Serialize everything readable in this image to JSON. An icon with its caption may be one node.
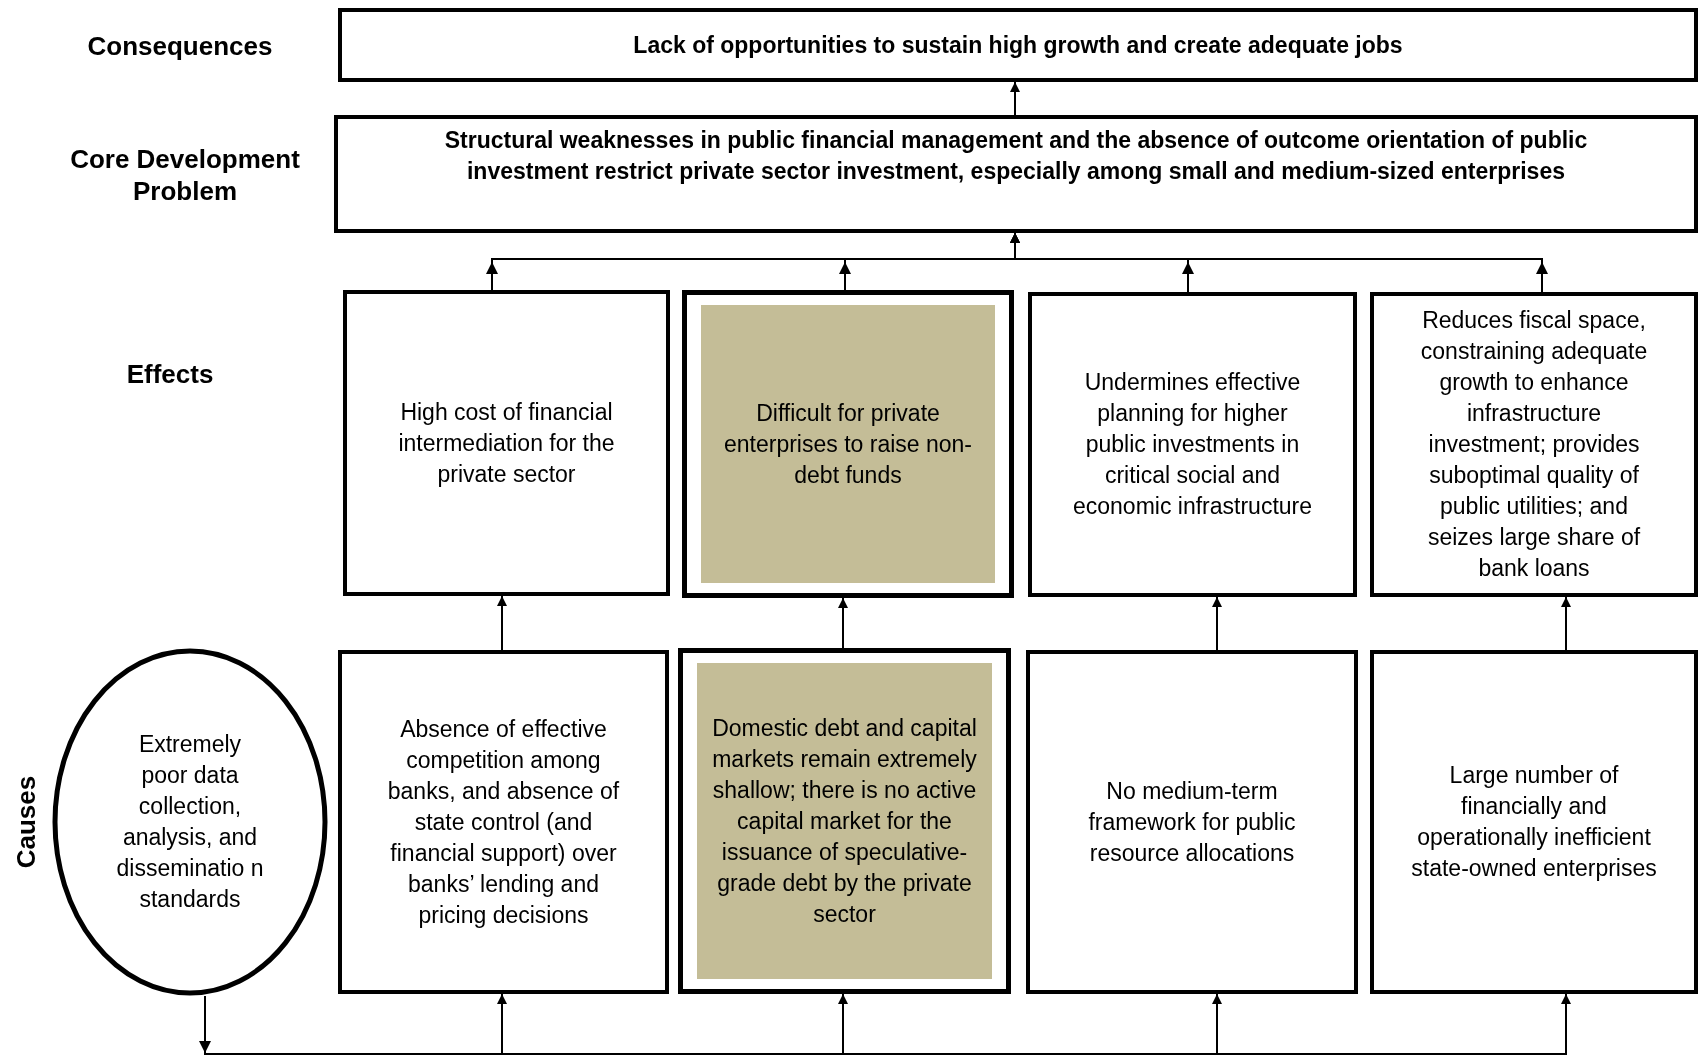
{
  "diagram": {
    "nodes": [
      {
        "text": [
          "Lack of opportunities to sustain high growth and create adequate jobs"
        ]
      },
      {
        "text": [
          "Structural weaknesses in public financial management and the absence of outcome orientation of public investment restrict private sector investment, especially among small and medium-sized enterprises"
        ]
      },
      {
        "text": [
          "High cost of financial intermediation for the private sector"
        ]
      },
      {
        "text": [
          "Difficult for private enterprises to raise non-debt funds"
        ]
      },
      {
        "text": [
          "Undermines effective planning for higher public investments in critical social and economic infrastructure"
        ]
      },
      {
        "text": [
          "Reduces fiscal space, constraining adequate growth to enhance infrastructure investment; provides suboptimal quality of public utilities; and seizes large share of bank loans"
        ]
      },
      {
        "text": [
          "Extremely poor data collection, analysis, and disseminatio n standards"
        ]
      },
      {
        "text": [
          "Absence of effective competition among banks, and absence of state control (and financial support) over banks’ lending and pricing decisions"
        ]
      },
      {
        "text": [
          "Domestic debt and capital markets remain extremely shallow; there is no active capital market for the issuance of speculative-grade debt by the private sector"
        ]
      },
      {
        "text": [
          "No medium-term framework for public resource allocations"
        ]
      },
      {
        "text": [
          "Large number of financially and operationally inefficient state-owned enterprises"
        ]
      }
    ],
    "edges": [
      {
        "from": 1,
        "to": 0,
        "arrow": "to"
      },
      {
        "from": 2,
        "to": 1,
        "arrow": "to"
      },
      {
        "from": 3,
        "to": 1,
        "arrow": "to"
      },
      {
        "from": 4,
        "to": 1,
        "arrow": "to"
      },
      {
        "from": 5,
        "to": 1,
        "arrow": "to"
      },
      {
        "from": 7,
        "to": 2,
        "arrow": "to"
      },
      {
        "from": 8,
        "to": 3,
        "arrow": "to"
      },
      {
        "from": 9,
        "to": 4,
        "arrow": "to"
      },
      {
        "from": 10,
        "to": 5,
        "arrow": "to"
      },
      {
        "from": 6,
        "to": 7,
        "arrow": "to"
      },
      {
        "from": 6,
        "to": 8,
        "arrow": "to"
      },
      {
        "from": 6,
        "to": 9,
        "arrow": "to"
      },
      {
        "from": 6,
        "to": 10,
        "arrow": "to"
      }
    ],
    "labels": [
      "Consequences",
      "Core Development Problem",
      "Effects",
      "Causes"
    ]
  }
}
